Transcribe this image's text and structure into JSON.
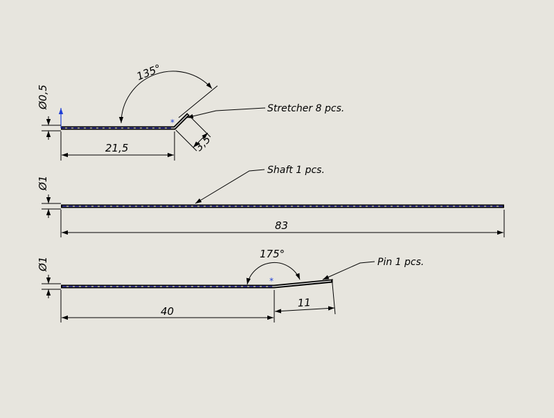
{
  "drawing": {
    "stretcher": {
      "label": "Stretcher 8 pcs.",
      "diameter": "Ø0,5",
      "length": "21,5",
      "bend_angle": "135°",
      "bend_length": "3,5"
    },
    "shaft": {
      "label": "Shaft 1 pcs.",
      "diameter": "Ø1",
      "length": "83"
    },
    "pin": {
      "label": "Pin 1 pcs.",
      "diameter": "Ø1",
      "length": "40",
      "bend_angle": "175°",
      "bend_length": "11"
    }
  },
  "colors": {
    "background": "#e7e5de",
    "ink": "#000000",
    "centerline": "#2a2ad0",
    "marker": "#1f3fd6"
  }
}
